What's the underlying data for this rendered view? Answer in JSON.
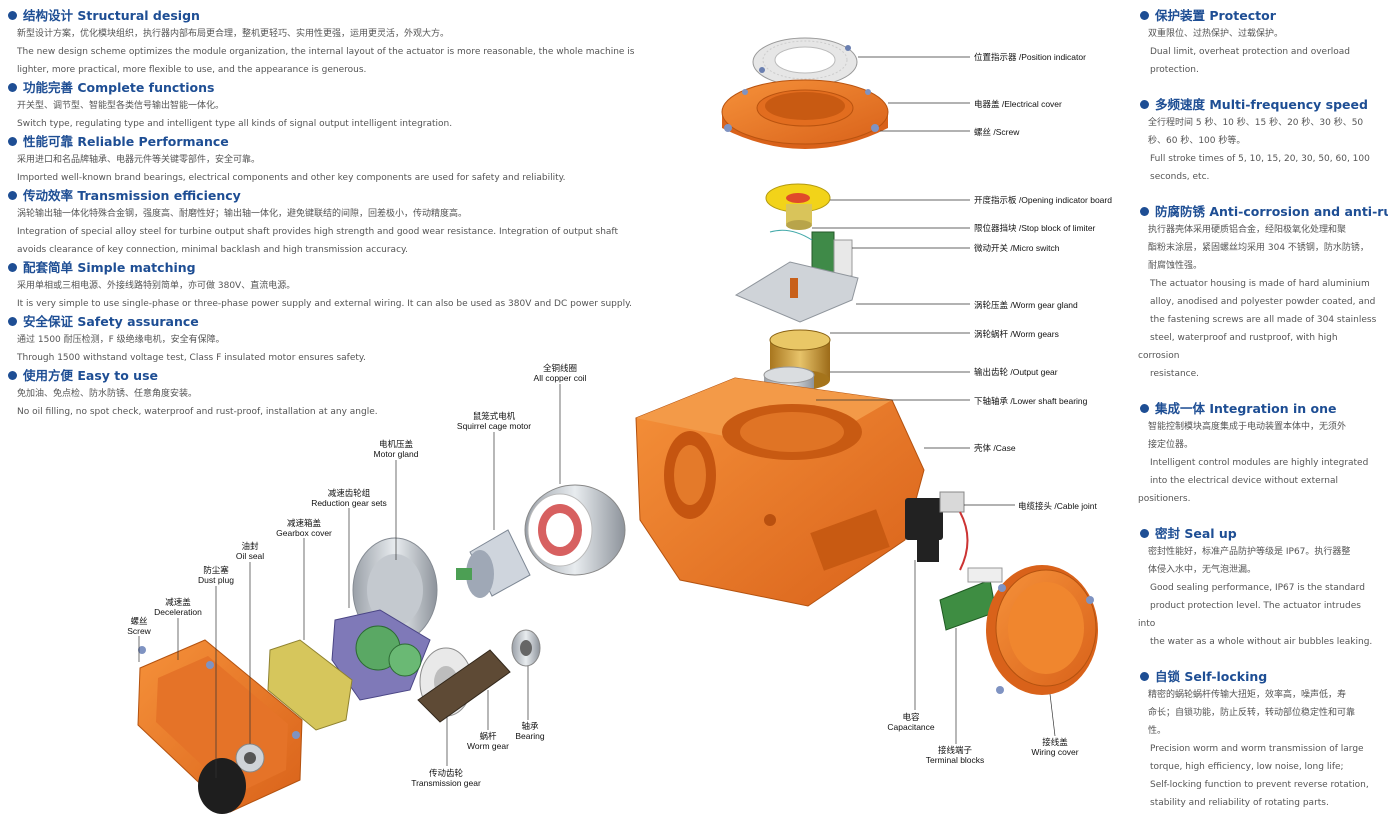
{
  "features_left": [
    {
      "title": "结构设计 Structural design",
      "lines": [
        "新型设计方案，优化模块组织，执行器内部布局更合理，整机更轻巧、实用性更强，运用更灵活，外观大方。",
        "The new design scheme optimizes the module organization, the internal layout of the actuator is more reasonable, the whole machine is",
        "lighter, more practical, more flexible to use, and the appearance is generous."
      ]
    },
    {
      "title": "功能完善 Complete functions",
      "lines": [
        "开关型、调节型、智能型各类信号输出智能一体化。",
        "Switch type, regulating type and intelligent type all kinds of signal output intelligent integration."
      ]
    },
    {
      "title": "性能可靠 Reliable Performance",
      "lines": [
        "采用进口和名品牌轴承、电器元件等关键零部件，安全可靠。",
        "Imported well-known brand bearings, electrical components and other key components are used for safety and reliability."
      ]
    },
    {
      "title": "传动效率 Transmission efficiency",
      "lines": [
        "涡轮输出轴一体化特殊合金钢，强度高、耐磨性好；输出轴一体化，避免键联结的间隙，回差极小，传动精度高。",
        "Integration of special alloy steel for turbine output shaft provides high strength and good wear resistance. Integration of output shaft",
        "avoids clearance of key connection, minimal backlash and high transmission accuracy."
      ]
    },
    {
      "title": "配套简单 Simple matching",
      "lines": [
        "采用单相或三相电源、外接线路特别简单，亦可做 380V、直流电源。",
        "It is very simple to use single-phase or three-phase power supply and external wiring. It can also be used as 380V and DC power supply."
      ]
    },
    {
      "title": "安全保证 Safety assurance",
      "lines": [
        "通过 1500 耐压检测，F 级绝缘电机，安全有保障。",
        "Through 1500 withstand voltage test, Class F insulated motor ensures safety."
      ]
    },
    {
      "title": "使用方便 Easy to use",
      "lines": [
        "免加油、免点检、防水防锈、任意角度安装。",
        "No oil filling, no spot check, waterproof and rust-proof, installation at any angle."
      ]
    }
  ],
  "features_right": [
    {
      "title": "保护装置 Protector",
      "lines": [
        "双重限位、过热保护、过载保护。",
        "Dual limit, overheat protection and overload",
        "protection."
      ]
    },
    {
      "title": "多频速度 Multi-frequency speed",
      "lines": [
        "全行程时间 5 秒、10 秒、15 秒、20 秒、30 秒、50",
        "秒、60 秒、100 秒等。",
        "Full stroke times of 5, 10, 15, 20, 30, 50, 60, 100",
        "seconds, etc."
      ]
    },
    {
      "title": "防腐防锈 Anti-corrosion and anti-rust",
      "lines": [
        "执行器壳体采用硬质铝合金，经阳极氧化处理和聚",
        "酯粉末涂层，紧固螺丝均采用 304 不锈钢，防水防锈，",
        "耐腐蚀性强。",
        "The actuator housing is made of hard aluminium",
        "alloy, anodised and polyester powder coated, and",
        "the fastening screws are all made of 304 stainless",
        "steel, waterproof and rustproof, with high corrosion",
        "resistance."
      ]
    },
    {
      "title": "集成一体 Integration in one",
      "lines": [
        "智能控制模块高度集成于电动装置本体中，无须外",
        "接定位器。",
        "Intelligent control modules are highly integrated",
        "into the electrical device without external positioners."
      ]
    },
    {
      "title": "密封 Seal up",
      "lines": [
        "密封性能好，标准产品防护等级是 IP67。执行器整",
        "体侵入水中，无气泡泄漏。",
        "Good sealing performance, IP67 is the standard",
        "product protection level. The actuator intrudes into",
        "the water as a whole without air bubbles leaking."
      ]
    },
    {
      "title": "自锁 Self-locking",
      "lines": [
        "精密的蜗轮蜗杆传输大扭矩，效率高，噪声低，寿",
        "命长；自锁功能，防止反转，转动部位稳定性和可靠",
        "性。",
        "Precision worm and worm transmission of large",
        "torque, high efficiency, low noise, long life;",
        "Self-locking function to prevent reverse rotation,",
        "stability and reliability of rotating parts."
      ]
    }
  ],
  "part_labels": {
    "position_indicator": "位置指示器 /Position indicator",
    "electrical_cover": "电器盖 /Electrical cover",
    "screw_top": "螺丝 /Screw",
    "opening_indicator_board": "开度指示板 /Opening indicator board",
    "stop_block": "限位器挡块 /Stop block of limiter",
    "micro_switch": "微动开关 /Micro switch",
    "worm_gear_gland": "涡轮压盖 /Worm gear gland",
    "worm_gears": "涡轮蜗杆 /Worm gears",
    "output_gear": "输出齿轮 /Output gear",
    "lower_shaft_bearing": "下轴轴承 /Lower shaft bearing",
    "case": "壳体 /Case",
    "cable_joint": "电缆接头 /Cable joint",
    "all_copper_coil": [
      "全铜线圈",
      "All copper coil"
    ],
    "squirrel_cage_motor": [
      "鼠笼式电机",
      "Squirrel cage motor"
    ],
    "motor_gland": [
      "电机压盖",
      "Motor gland"
    ],
    "reduction_gear_sets": [
      "减速齿轮组",
      "Reduction gear sets"
    ],
    "gearbox_cover": [
      "减速箱盖",
      "Gearbox cover"
    ],
    "oil_seal": [
      "油封",
      "Oil seal"
    ],
    "dust_plug": [
      "防尘塞",
      "Dust plug"
    ],
    "deceleration": [
      "减速盖",
      "Deceleration"
    ],
    "screw_left": [
      "螺丝",
      "Screw"
    ],
    "worm_gear": [
      "蜗杆",
      "Worm gear"
    ],
    "bearing": [
      "轴承",
      "Bearing"
    ],
    "transmission_gear": [
      "传动齿轮",
      "Transmission gear"
    ],
    "capacitance": [
      "电容",
      "Capacitance"
    ],
    "terminal_blocks": [
      "接线端子",
      "Terminal blocks"
    ],
    "wiring_cover": [
      "接线盖",
      "Wiring cover"
    ]
  },
  "colors": {
    "heading": "#1e4e94",
    "body_text": "#555555",
    "housing_orange": "#f07a22",
    "housing_dark": "#c85a12"
  }
}
